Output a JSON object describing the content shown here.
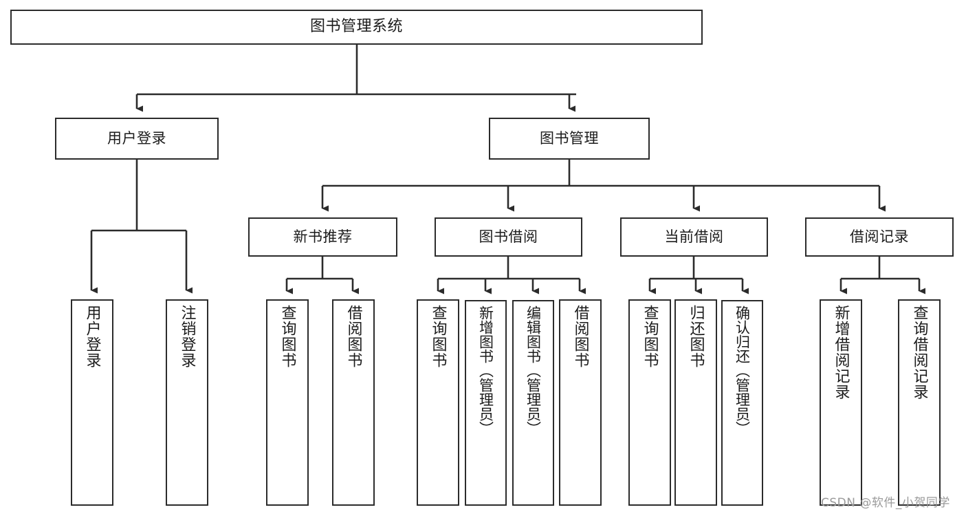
{
  "diagram": {
    "title": "图书管理系统",
    "type": "tree-hierarchy-chart",
    "colors": {
      "box_border": "#2b2b2b",
      "box_fill": "#ffffff",
      "edge": "#2b2b2b",
      "canvas": "#ffffff",
      "watermark": "#9a9a9a"
    },
    "root": {
      "label": "图书管理系统"
    },
    "level2": [
      {
        "label": "用户登录"
      },
      {
        "label": "图书管理"
      }
    ],
    "level3": [
      {
        "label": "新书推荐"
      },
      {
        "label": "图书借阅"
      },
      {
        "label": "当前借阅"
      },
      {
        "label": "借阅记录"
      }
    ],
    "leaves": {
      "user_login": [
        {
          "label": "用户登录"
        },
        {
          "label": "注销登录"
        }
      ],
      "new_book_recommend": [
        {
          "label": "查询图书"
        },
        {
          "label": "借阅图书"
        }
      ],
      "book_borrow": [
        {
          "label": "查询图书"
        },
        {
          "label": "新增图书（管理员）"
        },
        {
          "label": "编辑图书（管理员）"
        },
        {
          "label": "借阅图书"
        }
      ],
      "current_borrow": [
        {
          "label": "查询图书"
        },
        {
          "label": "归还图书"
        },
        {
          "label": "确认归还（管理员）"
        }
      ],
      "borrow_record": [
        {
          "label": "新增借阅记录"
        },
        {
          "label": "查询借阅记录"
        }
      ]
    },
    "watermark": "CSDN @软件_小贺同学"
  }
}
